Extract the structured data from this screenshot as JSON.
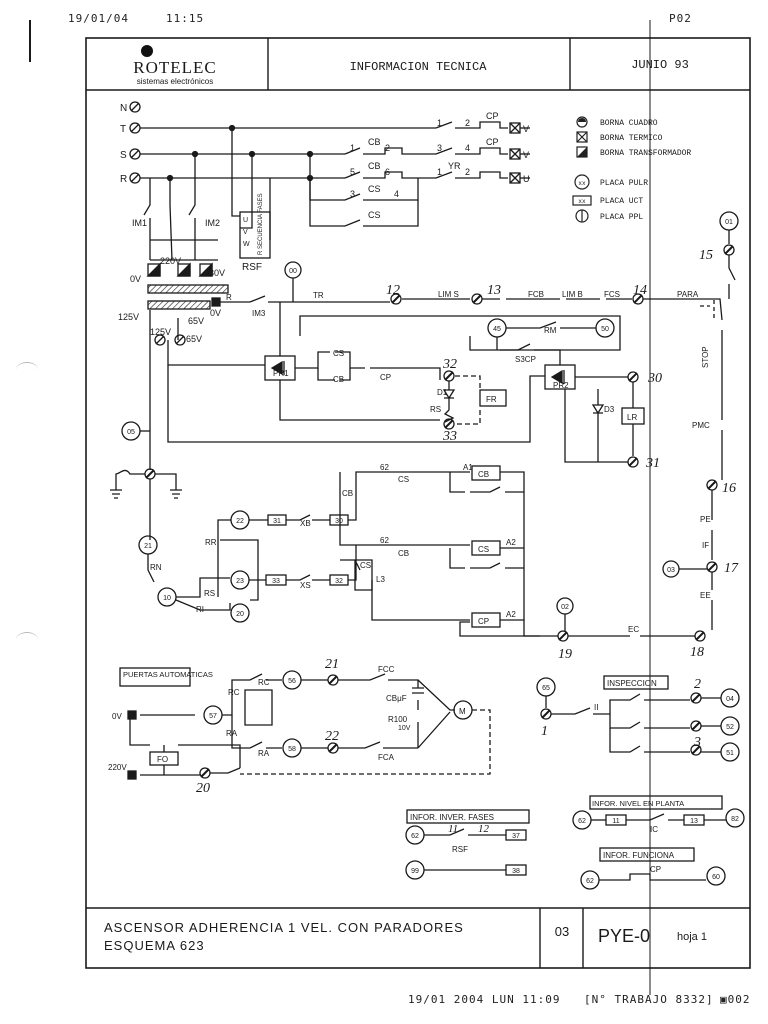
{
  "fax_header": {
    "date": "19/01/04",
    "time": "11:15",
    "page": "P02"
  },
  "fax_footer": {
    "stamp": "19/01 2004 LUN 11:09",
    "job": "[N° TRABAJO 8332]",
    "page": "002"
  },
  "title_block": {
    "company": "ROTELEC",
    "company_sub": "sistemas electrónicos",
    "heading": "INFORMACION TECNICA",
    "date": "JUNIO 93",
    "description": "ASCENSOR ADHERENCIA 1 VEL. CON PARADORES",
    "scheme": "ESQUEMA 623",
    "sheet_no": "03",
    "code": "PYE-0",
    "page_label": "hoja 1"
  },
  "legend": [
    {
      "symbol": "borna-cuadro",
      "label": "BORNA CUADRO"
    },
    {
      "symbol": "borna-termico",
      "label": "BORNA TERMICO"
    },
    {
      "symbol": "borna-transformador",
      "label": "BORNA TRANSFORMADOR"
    },
    {
      "symbol": "placa-pulr",
      "label": "PLACA PULR",
      "code": "xx"
    },
    {
      "symbol": "placa-uct",
      "label": "PLACA UCT",
      "code": "xx"
    },
    {
      "symbol": "placa-ppl",
      "label": "PLACA PPL"
    }
  ],
  "supply": {
    "lines": [
      "N",
      "T",
      "S",
      "R"
    ],
    "outputs": [
      "V",
      "V",
      "U"
    ]
  },
  "labels": {
    "contactors": [
      "CP",
      "CB",
      "CS",
      "CB",
      "CS",
      "YR",
      "CP",
      "CS",
      "CS"
    ],
    "terminals_row1": [
      "1",
      "2",
      "1",
      "2",
      "3",
      "4",
      "5",
      "6",
      "1",
      "2",
      "3",
      "4"
    ],
    "im1": "IM1",
    "im2": "IM2",
    "rsf": "RSF",
    "rsf_inner": "R SECUENCIA FASES",
    "uvw": [
      "U",
      "V",
      "W"
    ],
    "transformer": [
      "220V",
      "0V",
      "380V"
    ],
    "trafo2": [
      "125V",
      "0V",
      "65V"
    ],
    "circuit_125": "125V",
    "circuit_65": "65V",
    "im3": "IM3",
    "tr": "TR",
    "lim_s": "LIM S",
    "fcb": "FCB",
    "lim_b": "LIM B",
    "fcs": "FCS",
    "para": "PARA",
    "rm": "RM",
    "s3cp": "S3CP",
    "stop": "STOP",
    "pmc": "PMC",
    "pe": "PE",
    "if": "IF",
    "ee": "EE",
    "ec": "EC",
    "pr1": "PR1",
    "pr2": "PR2",
    "fr": "FR",
    "lr": "LR",
    "d1": "D1",
    "d3": "D3",
    "rs": "RS",
    "cs_small": "CS",
    "cb_small": "CB",
    "cp_small": "CP",
    "cb_contact": "CB",
    "cs_contact": "CS",
    "cs_l3": "L3",
    "sixtytwo": "62",
    "ri": "RI",
    "rr": "RR",
    "rn": "RN",
    "rs2": "RS",
    "xb": "XB",
    "xs": "XS",
    "coils": [
      "CB",
      "CS",
      "CP"
    ],
    "a1": "A1",
    "a2": "A2",
    "puertas": "PUERTAS AUTOMATICAS",
    "rc": "RC",
    "ra": "RA",
    "fcc": "FCC",
    "fca": "FCA",
    "cb_uf": "CBμF",
    "r100": "R100",
    "r10v": "10V",
    "motor": "M",
    "zero_v": "0V",
    "fo": "FO",
    "v220": "220V",
    "inspeccion": "INSPECCION",
    "ii": "II",
    "infor_inver": "INFOR. INVER. FASES",
    "rsf2": "RSF",
    "infor_nivel": "INFOR. NIVEL EN PLANTA",
    "ic": "IC",
    "infor_funciona": "INFOR. FUNCIONA",
    "cp2": "CP",
    "n_label": "N",
    "b_label": "B",
    "t_label": "T",
    "s_label": "S",
    "r_label": "R",
    "c_label": "C"
  },
  "nodes": {
    "n00": "00",
    "n01": "01",
    "n05": "05",
    "n03": "03",
    "n02": "02",
    "n20": "20",
    "n21": "21",
    "n22": "22",
    "n23": "23",
    "n10": "10",
    "n30": "30",
    "n31": "31",
    "n32": "32",
    "n33": "33",
    "n45": "45",
    "n50": "50",
    "n56": "56",
    "n57": "57",
    "n58": "58",
    "n65": "65",
    "n62a": "62",
    "n62b": "62",
    "n62c": "62",
    "n99": "99",
    "n04": "04",
    "n52": "52",
    "n51": "51",
    "n60": "60",
    "n82": "82",
    "b31": "31",
    "b30": "30",
    "b33": "33",
    "b32": "32",
    "b37": "37",
    "b38": "38",
    "b11": "11",
    "b13": "13"
  },
  "handwritten": {
    "h12": "12",
    "h13": "13",
    "h14": "14",
    "h15": "15",
    "h16": "16",
    "h17": "17",
    "h18": "18",
    "h19": "19",
    "h30": "30",
    "h31": "31",
    "h32": "32",
    "h33": "33",
    "h21": "21",
    "h22": "22",
    "h20": "20",
    "h1": "1",
    "h2": "2",
    "h3": "3",
    "h11": "11",
    "h12b": "12"
  }
}
